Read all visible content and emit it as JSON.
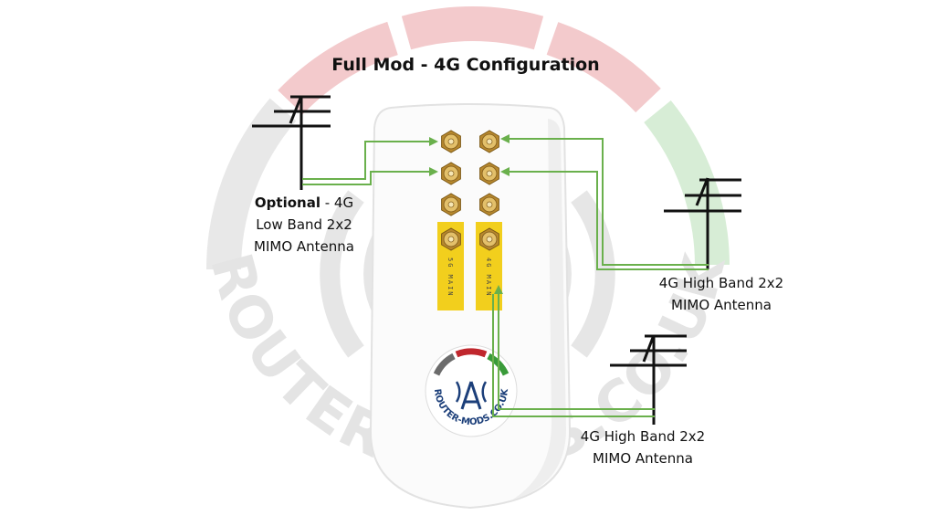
{
  "title": "Full Mod - 4G Configuration",
  "antennas": {
    "low_band": {
      "optional_prefix": "Optional",
      "line1_suffix": " - 4G",
      "line2": "Low Band 2x2",
      "line3": "MIMO Antenna"
    },
    "high_band_top": {
      "line1": "4G High Band 2x2",
      "line2": "MIMO Antenna"
    },
    "high_band_bottom": {
      "line1": "4G High Band 2x2",
      "line2": "MIMO Antenna"
    }
  },
  "router": {
    "port_labels": [
      "5G MAIN",
      "4G MAIN"
    ],
    "logo_text": "ROUTER-MODS.CO.UK"
  },
  "watermark": "ROUTER-MODS.CO.UK",
  "colors": {
    "connection": "#6ab04c",
    "watermark_red": "#f2c9cb",
    "watermark_gray": "#e7e7e7",
    "watermark_green": "#d6ecd5",
    "label_tape": "#f2cf1d",
    "connector_gold": "#c79b3a"
  }
}
